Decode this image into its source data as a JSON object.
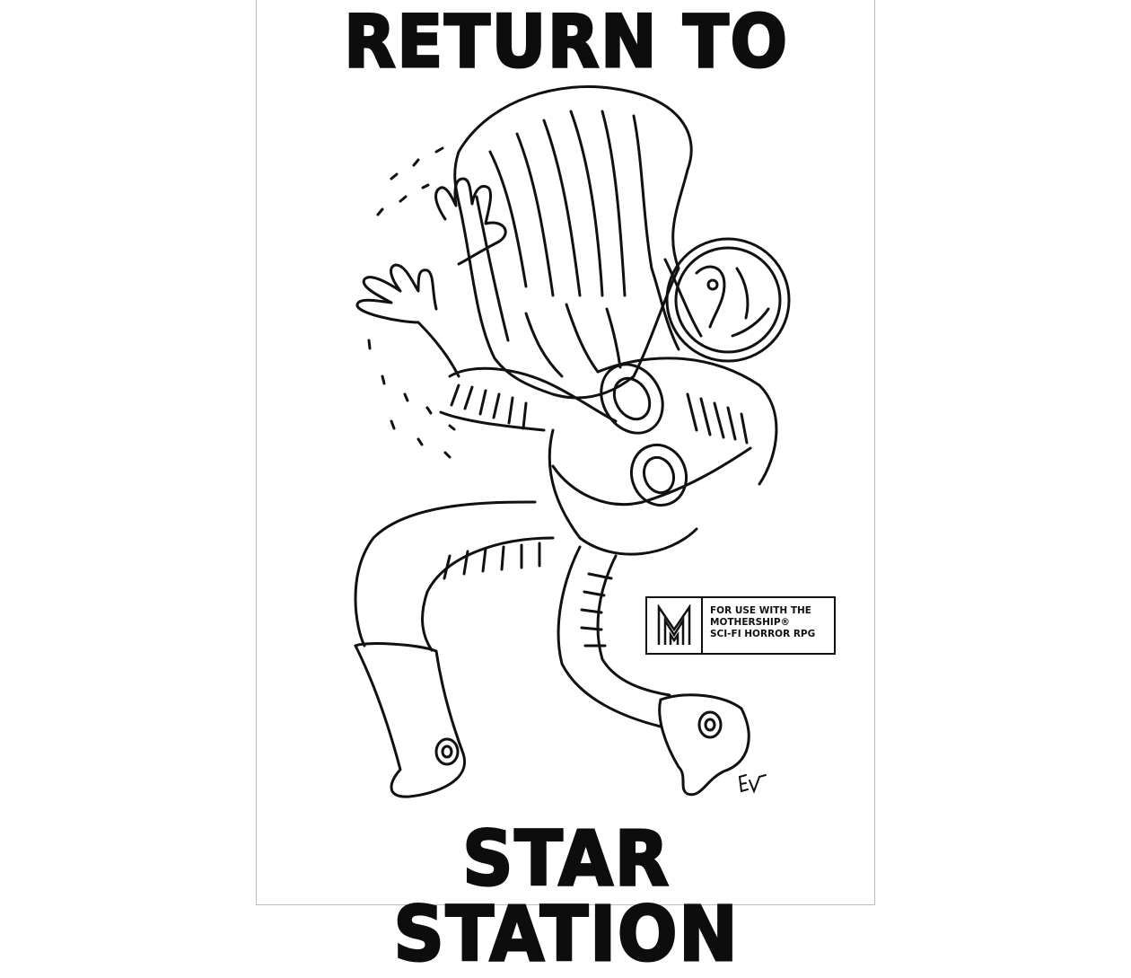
{
  "cover": {
    "title_top": "RETURN TO",
    "title_bottom": "STAR STATION",
    "badge": {
      "logo_letter": "M",
      "lines": [
        "FOR USE WITH THE",
        "MOTHERSHIP®",
        "SCI-FI HORROR RPG"
      ]
    },
    "illustration": "astronaut-with-tentacle-creature-icon",
    "signature_icon": "artist-signature-icon"
  },
  "colors": {
    "ink": "#0d0d0d",
    "paper": "#ffffff",
    "frame": "#bdbdbd"
  }
}
